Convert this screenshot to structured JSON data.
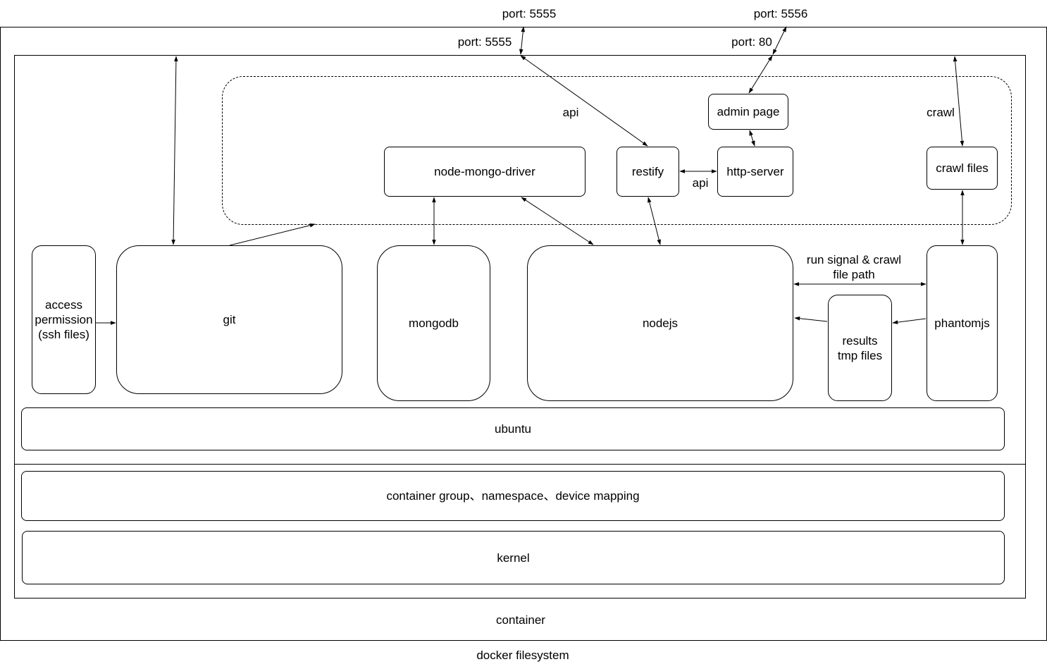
{
  "labels": {
    "docker_filesystem": "docker filesystem",
    "container": "container",
    "kernel": "kernel",
    "container_group": "container group、namespace、device mapping",
    "ubuntu": "ubuntu",
    "access_permission": "access\npermission\n(ssh files)",
    "git": "git",
    "mongodb": "mongodb",
    "nodejs": "nodejs",
    "results_tmp_files": "results\ntmp files",
    "phantomjs": "phantomjs",
    "node_mongo_driver": "node-mongo-driver",
    "restify": "restify",
    "http_server": "http-server",
    "admin_page": "admin page",
    "crawl_files": "crawl files"
  },
  "edge_labels": {
    "port_5555_outer": "port: 5555",
    "port_5556_outer": "port: 5556",
    "port_5555_inner": "port: 5555",
    "port_80_inner": "port: 80",
    "api_top": "api",
    "api_between": "api",
    "crawl": "crawl",
    "run_signal": "run signal & crawl\nfile path"
  },
  "colors": {
    "stroke": "#000000",
    "background": "#ffffff"
  }
}
